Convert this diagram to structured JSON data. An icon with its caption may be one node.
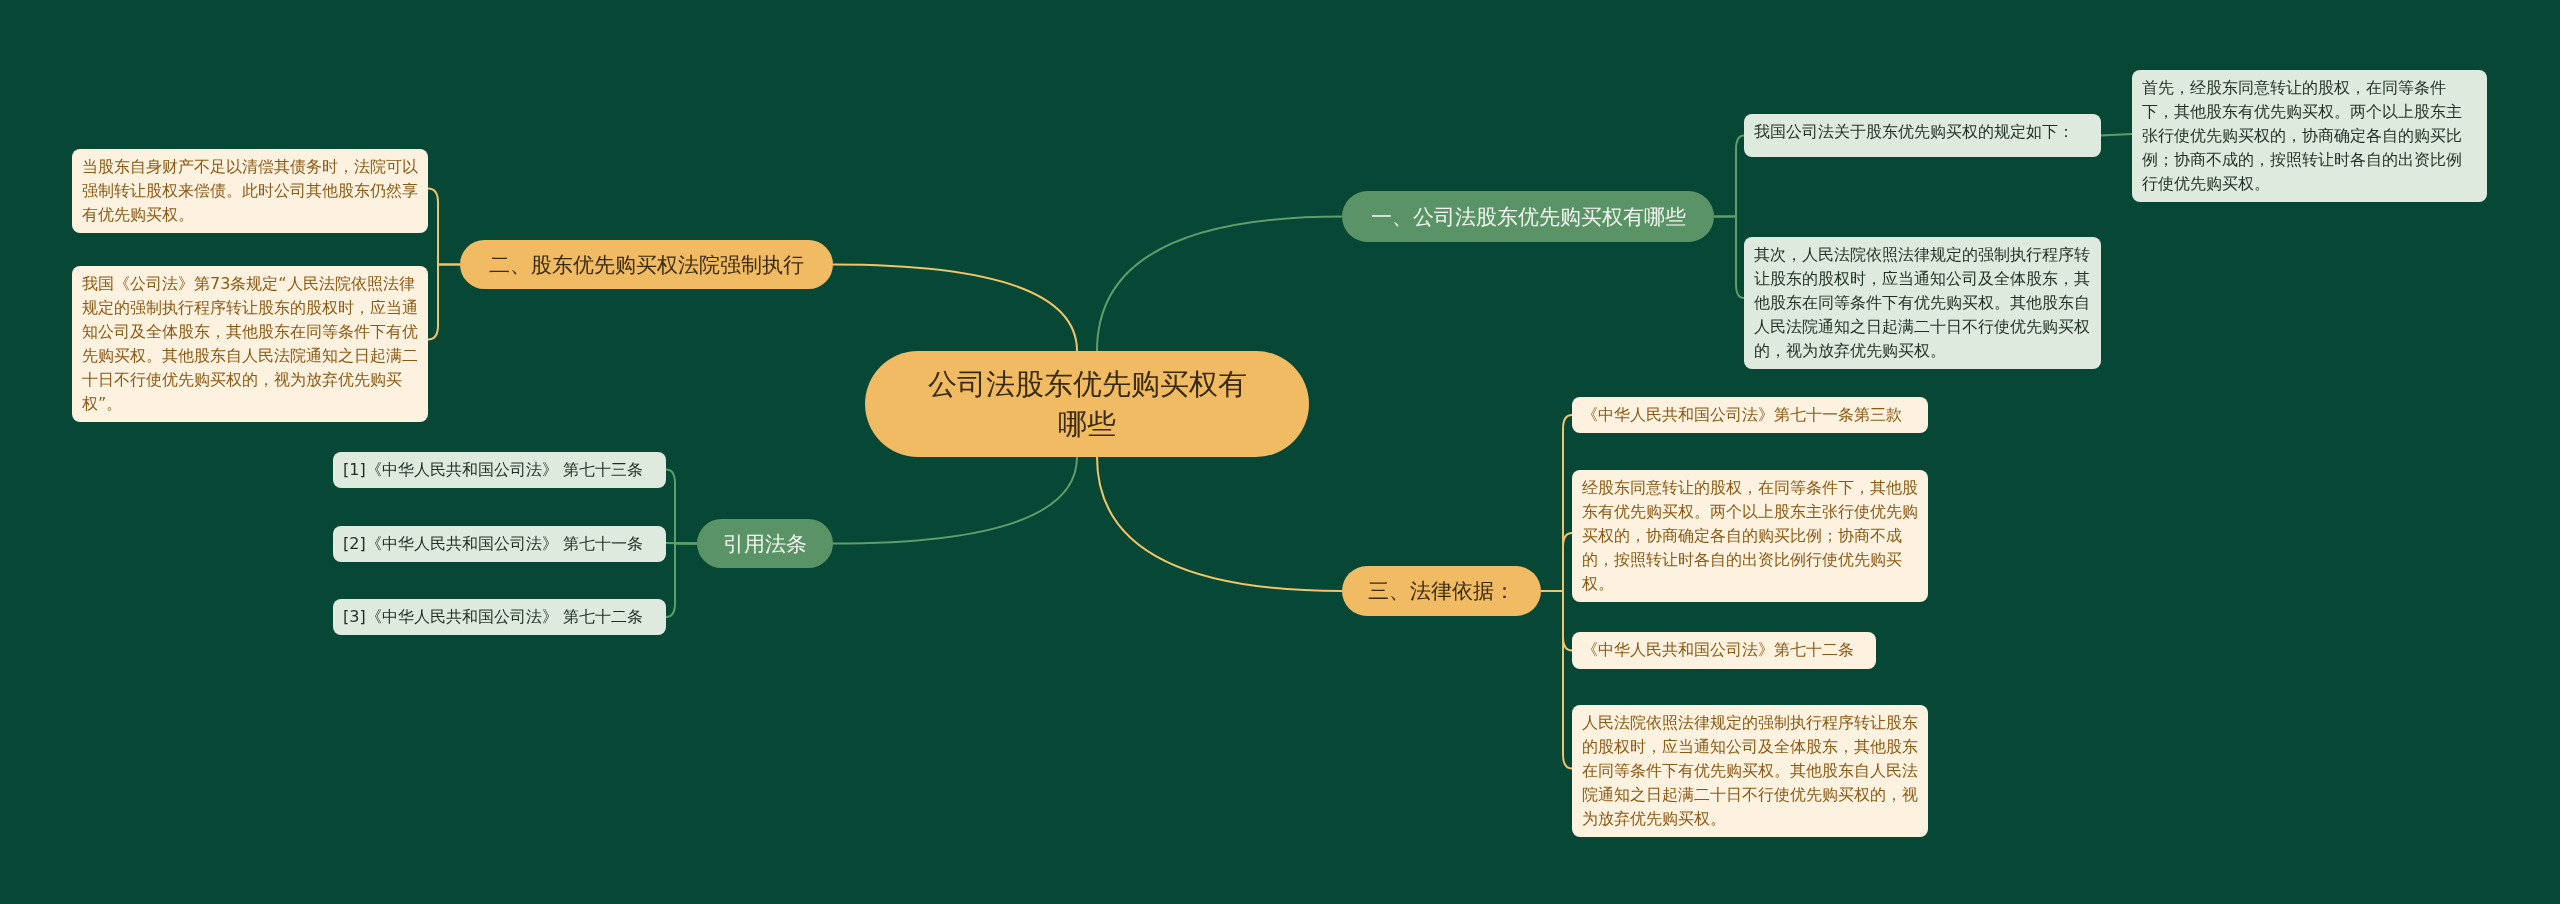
{
  "diagram": {
    "nodes": [
      {
        "text": [
          "公司法股东优先购买权有哪些"
        ]
      },
      {
        "text": [
          "一、公司法股东优先购买权有哪些"
        ]
      },
      {
        "text": [
          "我国公司法关于股东优先购买权的规定如下："
        ]
      },
      {
        "text": [
          "首先，经股东同意转让的股权，在同等条件下，其他股东有优先购买权。两个以上股东主张行使优先购买权的，协商确定各自的购买比例；协商不成的，按照转让时各自的出资比例行使优先购买权。"
        ]
      },
      {
        "text": [
          "其次，人民法院依照法律规定的强制执行程序转让股东的股权时，应当通知公司及全体股东，其他股东在同等条件下有优先购买权。其他股东自人民法院通知之日起满二十日不行使优先购买权的，视为放弃优先购买权。"
        ]
      },
      {
        "text": [
          "二、股东优先购买权法院强制执行"
        ]
      },
      {
        "text": [
          "当股东自身财产不足以清偿其债务时，法院可以强制转让股权来偿债。此时公司其他股东仍然享有优先购买权。"
        ]
      },
      {
        "text": [
          "我国《公司法》第73条规定“人民法院依照法律规定的强制执行程序转让股东的股权时，应当通知公司及全体股东，其他股东在同等条件下有优先购买权。其他股东自人民法院通知之日起满二十日不行使优先购买权的，视为放弃优先购买权”。"
        ]
      },
      {
        "text": [
          "引用法条"
        ]
      },
      {
        "text": [
          "[1]《中华人民共和国公司法》 第七十三条"
        ]
      },
      {
        "text": [
          "[2]《中华人民共和国公司法》 第七十一条"
        ]
      },
      {
        "text": [
          "[3]《中华人民共和国公司法》 第七十二条"
        ]
      },
      {
        "text": [
          "三、法律依据："
        ]
      },
      {
        "text": [
          "《中华人民共和国公司法》第七十一条第三款"
        ]
      },
      {
        "text": [
          "经股东同意转让的股权，在同等条件下，其他股东有优先购买权。两个以上股东主张行使优先购买权的，协商确定各自的购买比例；协商不成的，按照转让时各自的出资比例行使优先购买权。"
        ]
      },
      {
        "text": [
          "《中华人民共和国公司法》第七十二条"
        ]
      },
      {
        "text": [
          "人民法院依照法律规定的强制执行程序转让股东的股权时，应当通知公司及全体股东，其他股东在同等条件下有优先购买权。其他股东自人民法院通知之日起满二十日不行使优先购买权的，视为放弃优先购买权。"
        ]
      }
    ],
    "edges": [
      {
        "from": 0,
        "to": 1,
        "arrow": "none",
        "color": "#5e9e6b"
      },
      {
        "from": 1,
        "to": 2,
        "arrow": "none",
        "color": "#5e9e6b"
      },
      {
        "from": 2,
        "to": 3,
        "arrow": "none",
        "color": "#5e9e6b"
      },
      {
        "from": 1,
        "to": 4,
        "arrow": "none",
        "color": "#5e9e6b"
      },
      {
        "from": 0,
        "to": 5,
        "arrow": "none",
        "color": "#f0c468"
      },
      {
        "from": 5,
        "to": 6,
        "arrow": "none",
        "color": "#f0c468"
      },
      {
        "from": 5,
        "to": 7,
        "arrow": "none",
        "color": "#f0c468"
      },
      {
        "from": 0,
        "to": 8,
        "arrow": "none",
        "color": "#5e9e6b"
      },
      {
        "from": 8,
        "to": 9,
        "arrow": "none",
        "color": "#5e9e6b"
      },
      {
        "from": 8,
        "to": 10,
        "arrow": "none",
        "color": "#5e9e6b"
      },
      {
        "from": 8,
        "to": 11,
        "arrow": "none",
        "color": "#5e9e6b"
      },
      {
        "from": 0,
        "to": 12,
        "arrow": "none",
        "color": "#f0c468"
      },
      {
        "from": 12,
        "to": 13,
        "arrow": "none",
        "color": "#f0c468"
      },
      {
        "from": 12,
        "to": 14,
        "arrow": "none",
        "color": "#f0c468"
      },
      {
        "from": 12,
        "to": 15,
        "arrow": "none",
        "color": "#f0c468"
      },
      {
        "from": 12,
        "to": 16,
        "arrow": "none",
        "color": "#f0c468"
      }
    ]
  }
}
